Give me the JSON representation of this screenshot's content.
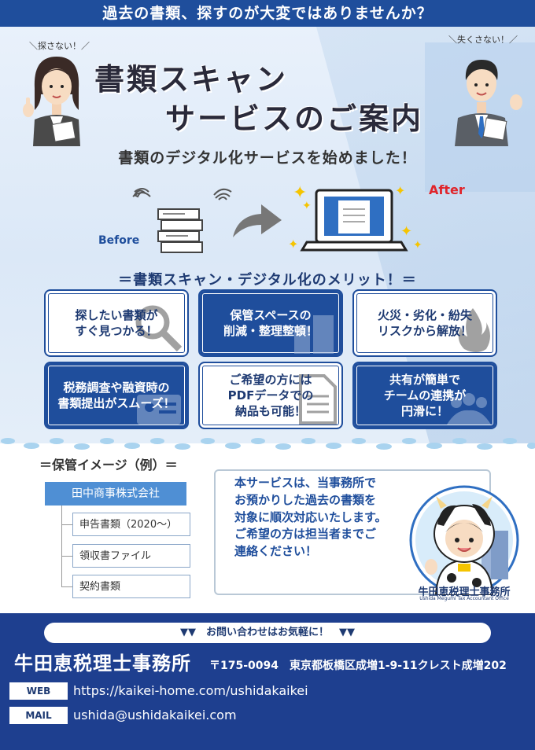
{
  "banner": {
    "text": "過去の書類、探すのが大変ではありませんか？"
  },
  "hero": {
    "tag_left": "＼探さない！／",
    "tag_right": "＼失くさない！／",
    "title_line1": "書類スキャン",
    "title_line2": "サービスのご案内",
    "subtitle": "書類のデジタル化サービスを始めました！",
    "before_label": "Before",
    "after_label": "After"
  },
  "merits": {
    "heading": "＝書類スキャン・デジタル化のメリット！＝",
    "cards": [
      {
        "line1": "探したい書類が",
        "line2": "すぐ見つかる！",
        "line3": ""
      },
      {
        "line1": "保管スペースの",
        "line2": "削減・整理整頓！",
        "line3": ""
      },
      {
        "line1": "火災・劣化・紛失",
        "line2": "リスクから解放！",
        "line3": ""
      },
      {
        "line1": "税務調査や融資時の",
        "line2": "書類提出がスムーズ！",
        "line3": ""
      },
      {
        "line1": "ご希望の方には",
        "line2": "PDFデータでの",
        "line3": "納品も可能！"
      },
      {
        "line1": "共有が簡単で",
        "line2": "チームの連携が",
        "line3": "円滑に！"
      }
    ]
  },
  "storage": {
    "heading": "＝保管イメージ（例）＝",
    "company": "田中商事株式会社",
    "items": [
      "申告書類（2020～）",
      "領収書ファイル",
      "契約書類"
    ]
  },
  "info": {
    "lines": [
      "本サービスは、当事務所で",
      "お預かりした過去の書類を",
      "対象に順次対応いたします。",
      "ご希望の方は担当者までご",
      "連絡ください！"
    ],
    "mascot_name": "牛田恵税理士事務所",
    "mascot_sub": "Ushida Megumi Tax Accountant Office"
  },
  "footer": {
    "contact_prompt": "▼▼　お問い合わせはお気軽に！　▼▼",
    "office_name": "牛田恵税理士事務所",
    "address": "〒175-0094　東京都板橋区成増1-9-11クレスト成増202",
    "web_label": "WEB",
    "web_value": "https://kaikei-home.com/ushidakaikei",
    "mail_label": "MAIL",
    "mail_value": "ushida@ushidakaikei.com"
  },
  "colors": {
    "primary": "#1f4e9c",
    "accent_red": "#e0242a",
    "light_blue": "#4f8fd4"
  }
}
